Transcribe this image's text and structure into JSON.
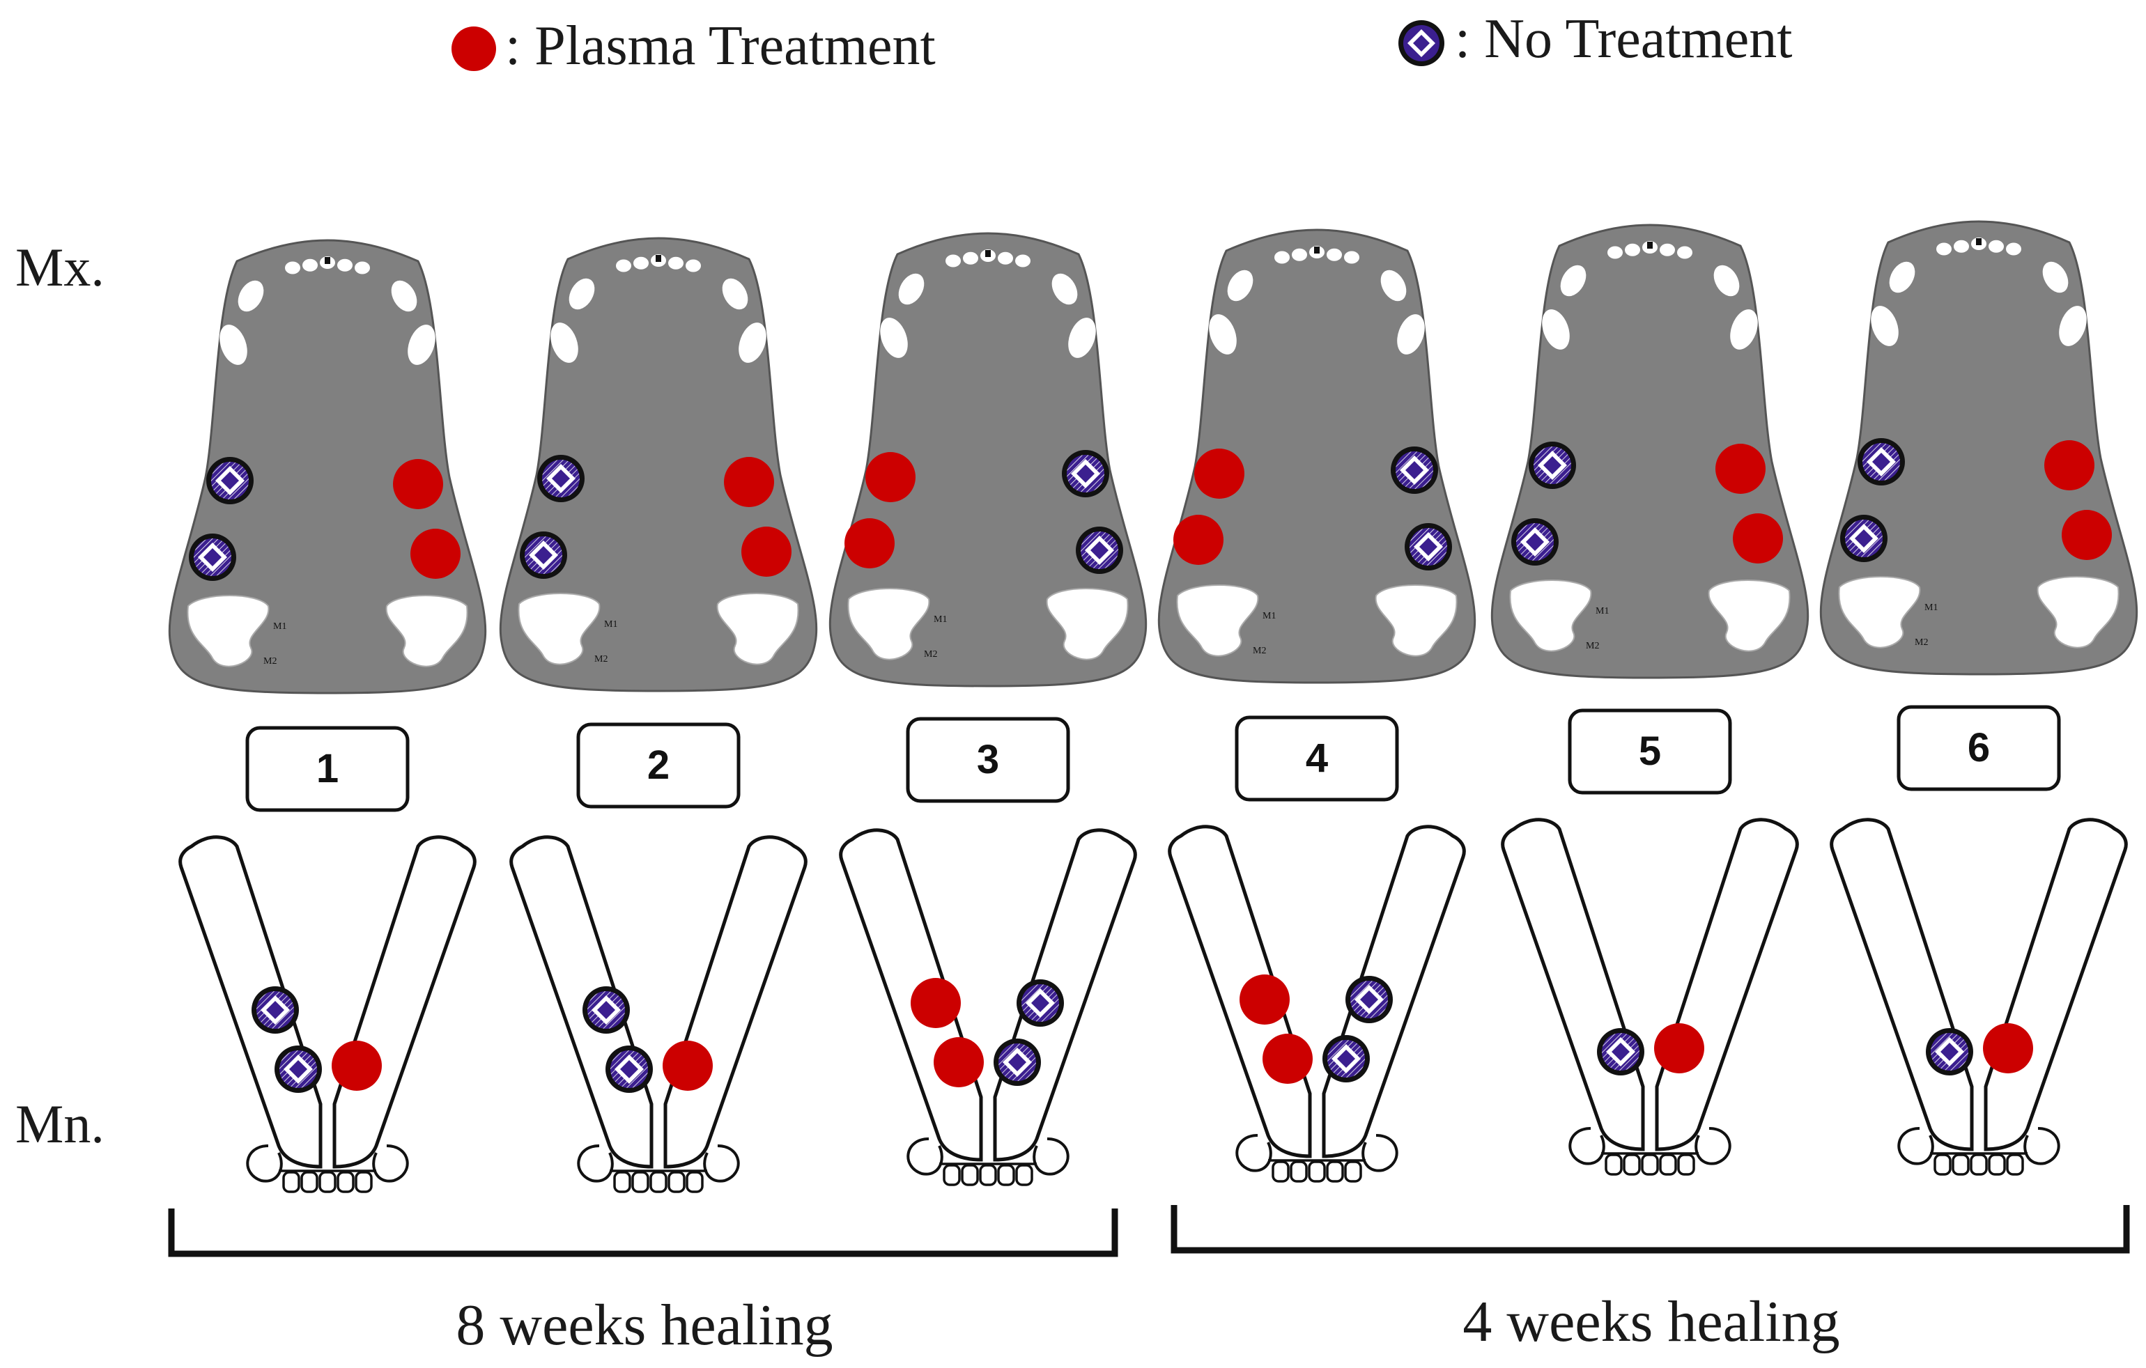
{
  "legend": {
    "plasma_label": ": Plasma Treatment",
    "none_label": ": No Treatment"
  },
  "row_labels": {
    "maxilla": "Mx.",
    "mandible": "Mn."
  },
  "groups": [
    {
      "label": "8 weeks healing"
    },
    {
      "label": "4 weeks healing"
    }
  ],
  "maxilla_tooth_labels": {
    "m1": "M1",
    "m2": "M2"
  },
  "specimens": [
    {
      "number": "1",
      "mx_left": "none",
      "mx_right": "plasma",
      "mn_left": "none",
      "mn_left_count": 2,
      "mn_right": "plasma",
      "mn_right_count": 1
    },
    {
      "number": "2",
      "mx_left": "none",
      "mx_right": "plasma",
      "mn_left": "none",
      "mn_left_count": 2,
      "mn_right": "plasma",
      "mn_right_count": 1
    },
    {
      "number": "3",
      "mx_left": "plasma",
      "mx_right": "none",
      "mn_left": "plasma",
      "mn_left_count": 2,
      "mn_right": "none",
      "mn_right_count": 2
    },
    {
      "number": "4",
      "mx_left": "plasma",
      "mx_right": "none",
      "mn_left": "plasma",
      "mn_left_count": 2,
      "mn_right": "none",
      "mn_right_count": 2
    },
    {
      "number": "5",
      "mx_left": "none",
      "mx_right": "plasma",
      "mn_left": "none",
      "mn_left_count": 1,
      "mn_right": "plasma",
      "mn_right_count": 1
    },
    {
      "number": "6",
      "mx_left": "none",
      "mx_right": "plasma",
      "mn_left": "none",
      "mn_left_count": 1,
      "mn_right": "plasma",
      "mn_right_count": 1
    }
  ],
  "colors": {
    "plasma": "#cc0000",
    "none_fill": "#3b1f8f",
    "palate": "#808080",
    "background": "#ffffff"
  }
}
